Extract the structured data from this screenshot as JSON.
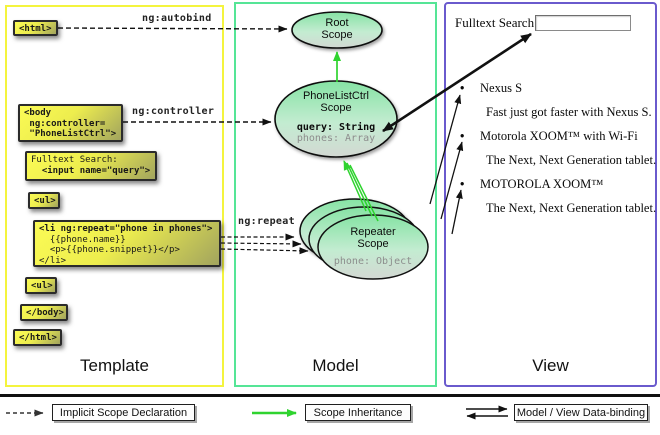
{
  "columns": {
    "template": {
      "label": "Template"
    },
    "model": {
      "label": "Model"
    },
    "view": {
      "label": "View"
    }
  },
  "template": {
    "boxes": {
      "html_open": {
        "line1": "<html>"
      },
      "body_open": {
        "line1": "<body",
        "line2": " ng:controller=",
        "line3": " \"PhoneListCtrl\">"
      },
      "fulltext": {
        "line1": "Fulltext Search:",
        "line2": "  <input name=\"query\">"
      },
      "ul_open": {
        "line1": "<ul>"
      },
      "li_repeat": {
        "line1": "<li ng:repeat=\"phone in phones\">",
        "line2": "  {{phone.name}}",
        "line3": "  <p>{{phone.snippet}}</p>",
        "line4": "</li>"
      },
      "ul_close": {
        "line1": "<ul>"
      },
      "body_close": {
        "line1": "</body>"
      },
      "html_close": {
        "line1": "</html>"
      }
    }
  },
  "arrows": {
    "autobind_label": "ng:autobind",
    "controller_label": "ng:controller",
    "repeat_label": "ng:repeat"
  },
  "model": {
    "root_scope": {
      "line1": "Root",
      "line2": "Scope"
    },
    "phonelist_scope": {
      "line1": "PhoneListCtrl",
      "line2": "Scope",
      "query": "query: String",
      "phones": "phones: Array"
    },
    "repeater_scope": {
      "line1": "Repeater",
      "line2": "Scope",
      "phone": "phone: Object"
    }
  },
  "view": {
    "search_label": "Fulltext Search:",
    "search_value": "",
    "bullet": "•",
    "items": [
      {
        "title": "Nexus S",
        "description": "Fast just got faster with Nexus S."
      },
      {
        "title": "Motorola XOOM™ with Wi-Fi",
        "description": "The Next, Next Generation tablet."
      },
      {
        "title": "MOTOROLA XOOM™",
        "description": "The Next, Next Generation tablet."
      }
    ]
  },
  "legend": {
    "implicit": "Implicit Scope Declaration",
    "inheritance": "Scope Inheritance",
    "binding": "Model / View Data-binding"
  },
  "colors": {
    "template_border": "#f4f43e",
    "model_border": "#55e596",
    "view_border": "#6a5acd",
    "scope_fill_top": "#86e3a4",
    "scope_fill_bottom": "#d3d8d3",
    "code_box_yellow": "#f4f44e",
    "arrow_green": "#2fd32f",
    "arrow_black": "#111111"
  }
}
